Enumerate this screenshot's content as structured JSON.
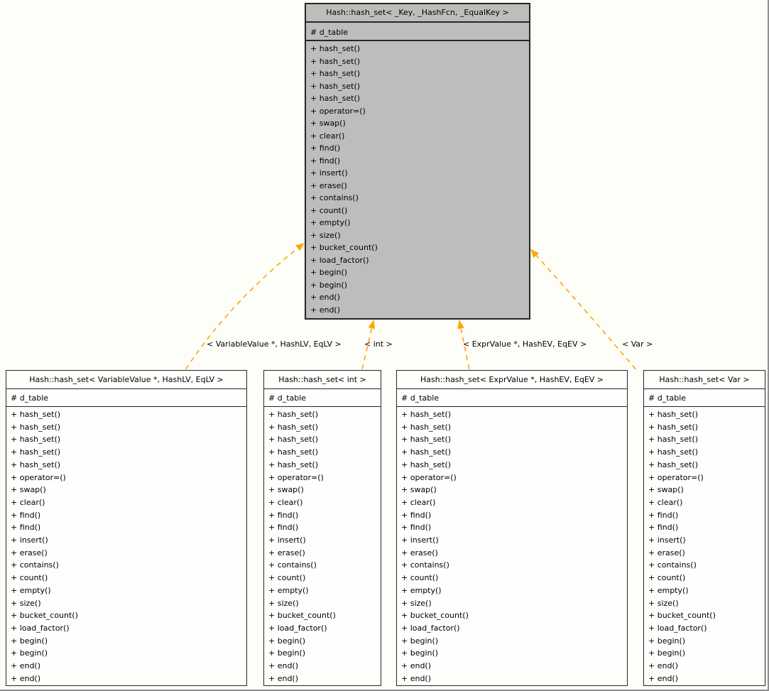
{
  "colors": {
    "background": "#fcfef7",
    "frame": "#8f8f8f",
    "node_border": "#262626",
    "node_fill": "#fdfffc",
    "base_fill": "#bcbebb",
    "arrow": "#ffa500",
    "text": "#000000"
  },
  "base_class": {
    "title": "Hash::hash_set< _Key, _HashFcn, _EqualKey >",
    "attributes": [
      "# d_table"
    ],
    "methods": [
      "+ hash_set()",
      "+ hash_set()",
      "+ hash_set()",
      "+ hash_set()",
      "+ hash_set()",
      "+ operator=()",
      "+ swap()",
      "+ clear()",
      "+ find()",
      "+ find()",
      "+ insert()",
      "+ erase()",
      "+ contains()",
      "+ count()",
      "+ empty()",
      "+ size()",
      "+ bucket_count()",
      "+ load_factor()",
      "+ begin()",
      "+ begin()",
      "+ end()",
      "+ end()"
    ]
  },
  "instantiations": [
    {
      "title": "Hash::hash_set< VariableValue *, HashLV, EqLV >",
      "edge_label": "< VariableValue *, HashLV, EqLV >",
      "attributes": [
        "# d_table"
      ],
      "methods": [
        "+ hash_set()",
        "+ hash_set()",
        "+ hash_set()",
        "+ hash_set()",
        "+ hash_set()",
        "+ operator=()",
        "+ swap()",
        "+ clear()",
        "+ find()",
        "+ find()",
        "+ insert()",
        "+ erase()",
        "+ contains()",
        "+ count()",
        "+ empty()",
        "+ size()",
        "+ bucket_count()",
        "+ load_factor()",
        "+ begin()",
        "+ begin()",
        "+ end()",
        "+ end()"
      ]
    },
    {
      "title": "Hash::hash_set< int >",
      "edge_label": "< int >",
      "attributes": [
        "# d_table"
      ],
      "methods": [
        "+ hash_set()",
        "+ hash_set()",
        "+ hash_set()",
        "+ hash_set()",
        "+ hash_set()",
        "+ operator=()",
        "+ swap()",
        "+ clear()",
        "+ find()",
        "+ find()",
        "+ insert()",
        "+ erase()",
        "+ contains()",
        "+ count()",
        "+ empty()",
        "+ size()",
        "+ bucket_count()",
        "+ load_factor()",
        "+ begin()",
        "+ begin()",
        "+ end()",
        "+ end()"
      ]
    },
    {
      "title": "Hash::hash_set< ExprValue *, HashEV, EqEV >",
      "edge_label": "< ExprValue *, HashEV, EqEV >",
      "attributes": [
        "# d_table"
      ],
      "methods": [
        "+ hash_set()",
        "+ hash_set()",
        "+ hash_set()",
        "+ hash_set()",
        "+ hash_set()",
        "+ operator=()",
        "+ swap()",
        "+ clear()",
        "+ find()",
        "+ find()",
        "+ insert()",
        "+ erase()",
        "+ contains()",
        "+ count()",
        "+ empty()",
        "+ size()",
        "+ bucket_count()",
        "+ load_factor()",
        "+ begin()",
        "+ begin()",
        "+ end()",
        "+ end()"
      ]
    },
    {
      "title": "Hash::hash_set< Var >",
      "edge_label": "< Var >",
      "attributes": [
        "# d_table"
      ],
      "methods": [
        "+ hash_set()",
        "+ hash_set()",
        "+ hash_set()",
        "+ hash_set()",
        "+ hash_set()",
        "+ operator=()",
        "+ swap()",
        "+ clear()",
        "+ find()",
        "+ find()",
        "+ insert()",
        "+ erase()",
        "+ contains()",
        "+ count()",
        "+ empty()",
        "+ size()",
        "+ bucket_count()",
        "+ load_factor()",
        "+ begin()",
        "+ begin()",
        "+ end()",
        "+ end()"
      ]
    }
  ]
}
